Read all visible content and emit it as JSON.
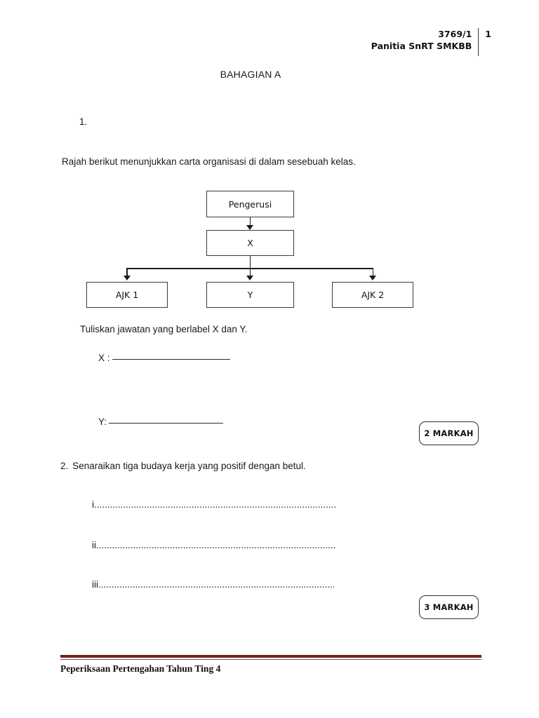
{
  "header": {
    "paper_code": "3769/1",
    "panitia": "Panitia SnRT SMKBB",
    "page_number": "1"
  },
  "section": {
    "title": "BAHAGIAN A"
  },
  "question1": {
    "number": "1.",
    "stem": "Rajah  berikut menunjukkan carta organisasi di dalam sesebuah kelas.",
    "prompt": "Tuliskan jawatan yang berlabel X dan Y.",
    "answers": [
      {
        "label": "X :",
        "value": ""
      },
      {
        "label": "Y:",
        "value": ""
      }
    ],
    "marks_badge": "2 MARKAH",
    "org_chart": {
      "top": "Pengerusi",
      "second": "X",
      "third_row": [
        "AJK 1",
        "Y",
        "AJK 2"
      ]
    }
  },
  "question2": {
    "number": "2.",
    "stem": "Senaraikan tiga budaya kerja yang positif dengan betul.",
    "answer_lines": [
      {
        "label": "i",
        "leader": "...................................................................................................."
      },
      {
        "label": "ii",
        "leader": "..................................................................................................."
      },
      {
        "label": "iii",
        "leader": ".................................................................................................."
      }
    ],
    "marks_badge": "3 MARKAH"
  },
  "footer": {
    "text": "Peperiksaan Pertengahan Tahun Ting 4",
    "rule_color": "#70231c"
  }
}
